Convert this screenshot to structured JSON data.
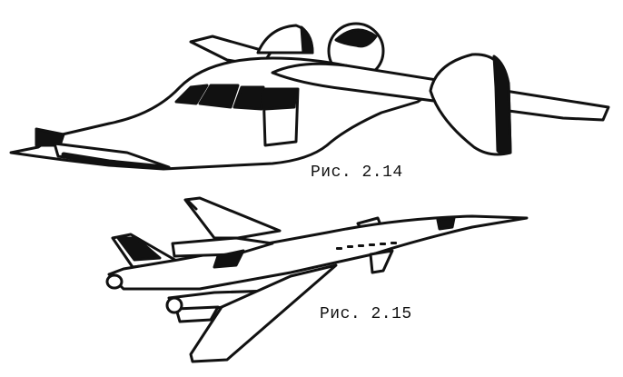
{
  "figures": [
    {
      "caption": "Рис. 2.14",
      "subject": "flying-wing aircraft with spherical cockpit canopy"
    },
    {
      "caption": "Рис. 2.15",
      "subject": "swept-wing jet aircraft with long pointed nose"
    }
  ],
  "colors": {
    "ink": "#111111",
    "paper": "#ffffff"
  }
}
